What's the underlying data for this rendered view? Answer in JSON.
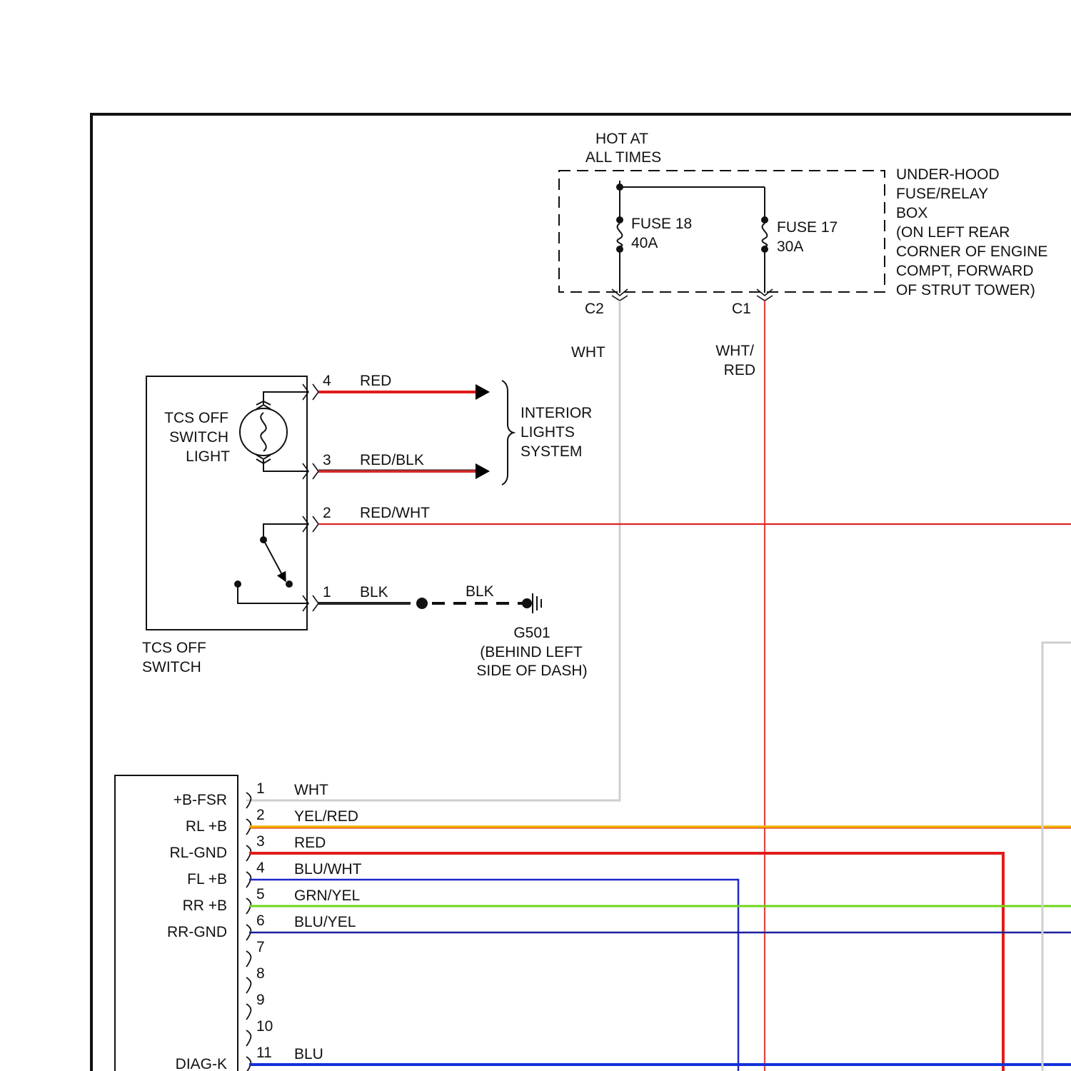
{
  "colors": {
    "WHT": "#cfcfcf",
    "WHT_RED": "#e8453f",
    "RED": "#e11b1b",
    "RED_BLK": "#d62a2a",
    "RED_WHT": "#e22424",
    "BLK": "#222222",
    "YEL_RED": "#f0b400",
    "BLU_WHT": "#1f28c8",
    "GRN_YEL": "#6fd61a",
    "BLU_YEL": "#1b1f9e",
    "BLU": "#1130d8",
    "frame": "#111111"
  },
  "power": {
    "hot_line1": "HOT AT",
    "hot_line2": "ALL TIMES",
    "box_lines": [
      "UNDER-HOOD",
      "FUSE/RELAY",
      "BOX",
      "(ON LEFT REAR",
      "CORNER OF ENGINE",
      "COMPT, FORWARD",
      "OF STRUT TOWER)"
    ],
    "fuse18_name": "FUSE 18",
    "fuse18_rating": "40A",
    "fuse17_name": "FUSE 17",
    "fuse17_rating": "30A",
    "conn_c2": "C2",
    "conn_c1": "C1",
    "wire_c2": "WHT",
    "wire_c1_line1": "WHT/",
    "wire_c1_line2": "RED"
  },
  "tcs_switch": {
    "light_lines": [
      "TCS OFF",
      "SWITCH",
      "LIGHT"
    ],
    "name_lines": [
      "TCS OFF",
      "SWITCH"
    ],
    "pins": [
      {
        "num": "4",
        "wire": "RED"
      },
      {
        "num": "3",
        "wire": "RED/BLK"
      },
      {
        "num": "2",
        "wire": "RED/WHT"
      },
      {
        "num": "1",
        "wire": "BLK"
      }
    ],
    "interior_lines": [
      "INTERIOR",
      "LIGHTS",
      "SYSTEM"
    ],
    "ground_wire": "BLK",
    "ground_lines": [
      "G501",
      "(BEHIND LEFT",
      "SIDE OF DASH)"
    ]
  },
  "module": {
    "pins": [
      {
        "num": "1",
        "label": "+B-FSR",
        "wire": "WHT"
      },
      {
        "num": "2",
        "label": "RL +B",
        "wire": "YEL/RED"
      },
      {
        "num": "3",
        "label": "RL-GND",
        "wire": "RED"
      },
      {
        "num": "4",
        "label": "FL +B",
        "wire": "BLU/WHT"
      },
      {
        "num": "5",
        "label": "RR +B",
        "wire": "GRN/YEL"
      },
      {
        "num": "6",
        "label": "RR-GND",
        "wire": "BLU/YEL"
      },
      {
        "num": "7",
        "label": "",
        "wire": ""
      },
      {
        "num": "8",
        "label": "",
        "wire": ""
      },
      {
        "num": "9",
        "label": "",
        "wire": ""
      },
      {
        "num": "10",
        "label": "",
        "wire": ""
      },
      {
        "num": "11",
        "label": "DIAG-K",
        "wire": "BLU"
      }
    ]
  }
}
